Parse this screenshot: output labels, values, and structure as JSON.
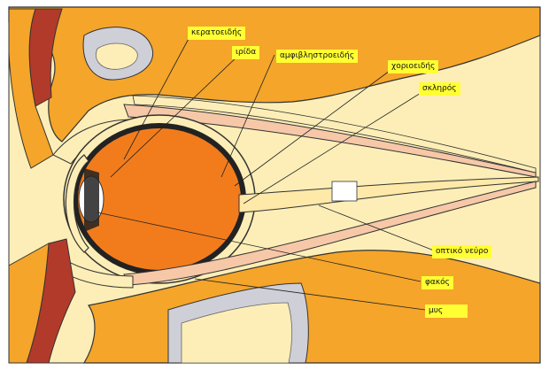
{
  "labels": {
    "cornea": "κερατοειδής",
    "iris": "ιρίδα",
    "choroid": "αμφιβληστροειδής",
    "retina_choroid": "χοριοειδής",
    "sclera": "σκληρός",
    "optic_nerve": "οπτικό νεύρο",
    "lens": "φακός",
    "muscle": "μυς"
  },
  "colors": {
    "background": "#fdeeb7",
    "bone": "#f4a52a",
    "eyeball": "#f27c1c",
    "optic_nerve": "#ffe9a8",
    "tissue": "#f6c8a8",
    "muscle": "#b23a2a",
    "sinus": "#cfcfd8",
    "label": "#ffff33"
  }
}
